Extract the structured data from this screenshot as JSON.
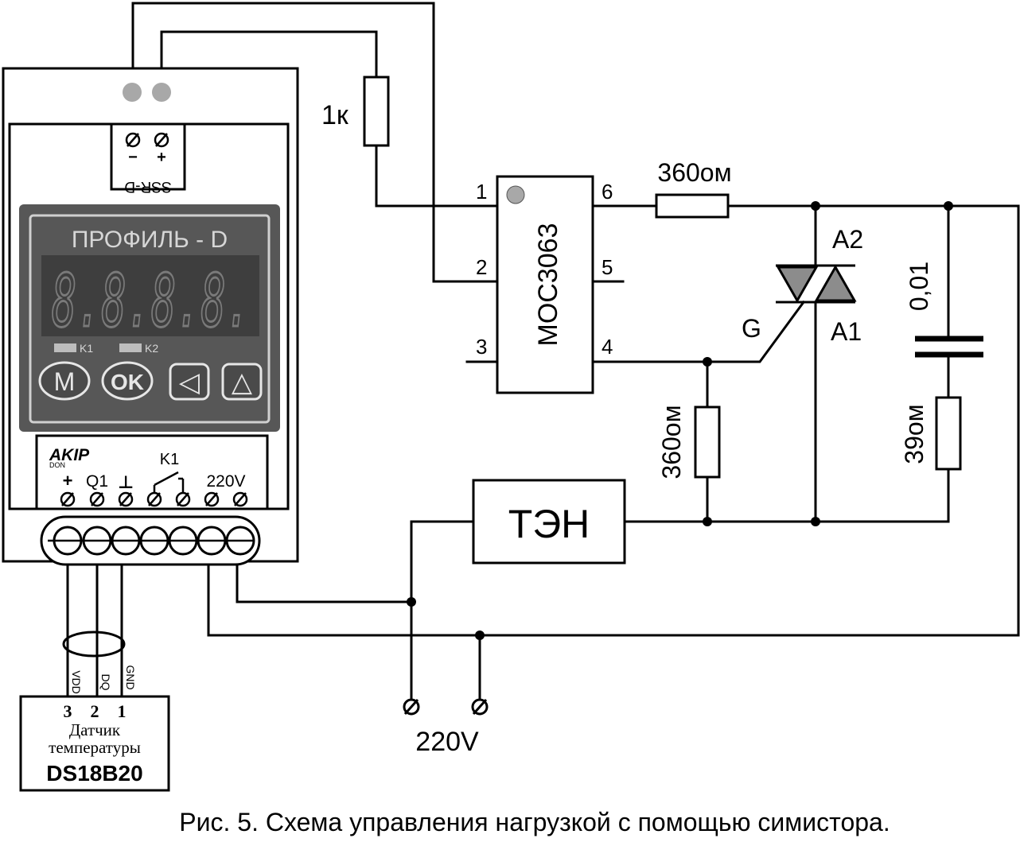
{
  "device": {
    "brand_top": "AKIP",
    "brand_sub": "DON",
    "display_title": "ПРОФИЛЬ - D",
    "digits": "8.8.8.8.",
    "led_k1": "K1",
    "led_k2": "K2",
    "btn_m": "M",
    "btn_ok": "OK",
    "btn_left": "◁",
    "btn_up": "△",
    "ssr_label": "SSR-D",
    "ssr_minus": "−",
    "ssr_plus": "+",
    "term_plus": "+",
    "term_q1": "Q1",
    "term_gnd": "⊥",
    "term_relay": "K1",
    "term_220": "220V"
  },
  "components": {
    "r1": "1к",
    "r2": "360ом",
    "r3": "360ом",
    "r4": "39ом",
    "cap": "0,01",
    "opto": "MOC3063",
    "pin1": "1",
    "pin2": "2",
    "pin3": "3",
    "pin4": "4",
    "pin5": "5",
    "pin6": "6",
    "a2": "A2",
    "a1": "A1",
    "g": "G",
    "heater": "ТЭН",
    "mains": "220V"
  },
  "sensor": {
    "vdd": "VDD",
    "dq": "DQ",
    "gnd": "GND",
    "p3": "3",
    "p2": "2",
    "p1": "1",
    "line1": "Датчик",
    "line2": "температуры",
    "model": "DS18B20"
  },
  "caption": "Рис. 5. Схема управления нагрузкой с помощью симистора."
}
